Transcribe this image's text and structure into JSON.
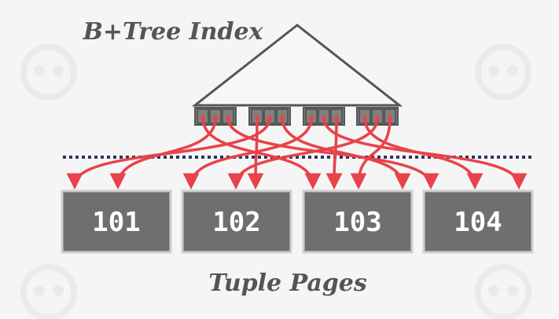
{
  "labels": {
    "index_title": "B+Tree Index",
    "pages_title": "Tuple Pages"
  },
  "pages": [
    "101",
    "102",
    "103",
    "104"
  ],
  "colors": {
    "background": "#f5f5f5",
    "tree_outline": "#555555",
    "leaf_fill": "#808080",
    "page_fill": "#6f6f6f",
    "page_border": "#cfcfcf",
    "arrow": "#e8424a",
    "divider": "#2e3560",
    "watermark": "#e8e8e8"
  },
  "watermark": {
    "icon": "skull-icon"
  }
}
